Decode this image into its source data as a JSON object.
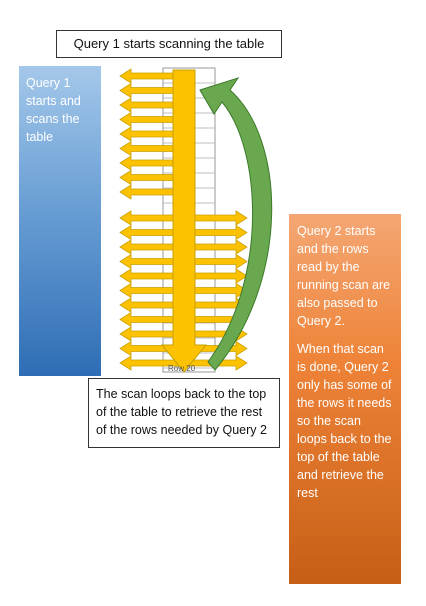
{
  "top_caption": "Query 1 starts scanning the table",
  "left_panel": "Query 1 starts and scans the table",
  "right_panel": {
    "p1": "Query 2 starts and the rows read by the running scan are also passed to Query 2.",
    "p2": "When that scan is done, Query 2 only has some of the rows it needs so the scan loops back to the top of the table and retrieve the rest"
  },
  "bottom_caption": "The scan loops back to the top of the table to retrieve the rest of the rows needed by Query 2",
  "row_labels": {
    "last": "Row 20"
  },
  "colors": {
    "arrow": "#fcc200",
    "arrow_stroke": "#c9a000",
    "loop_arrow": "#6aa84f",
    "left_panel": "#5b9bd5",
    "right_panel": "#ed7d31"
  }
}
